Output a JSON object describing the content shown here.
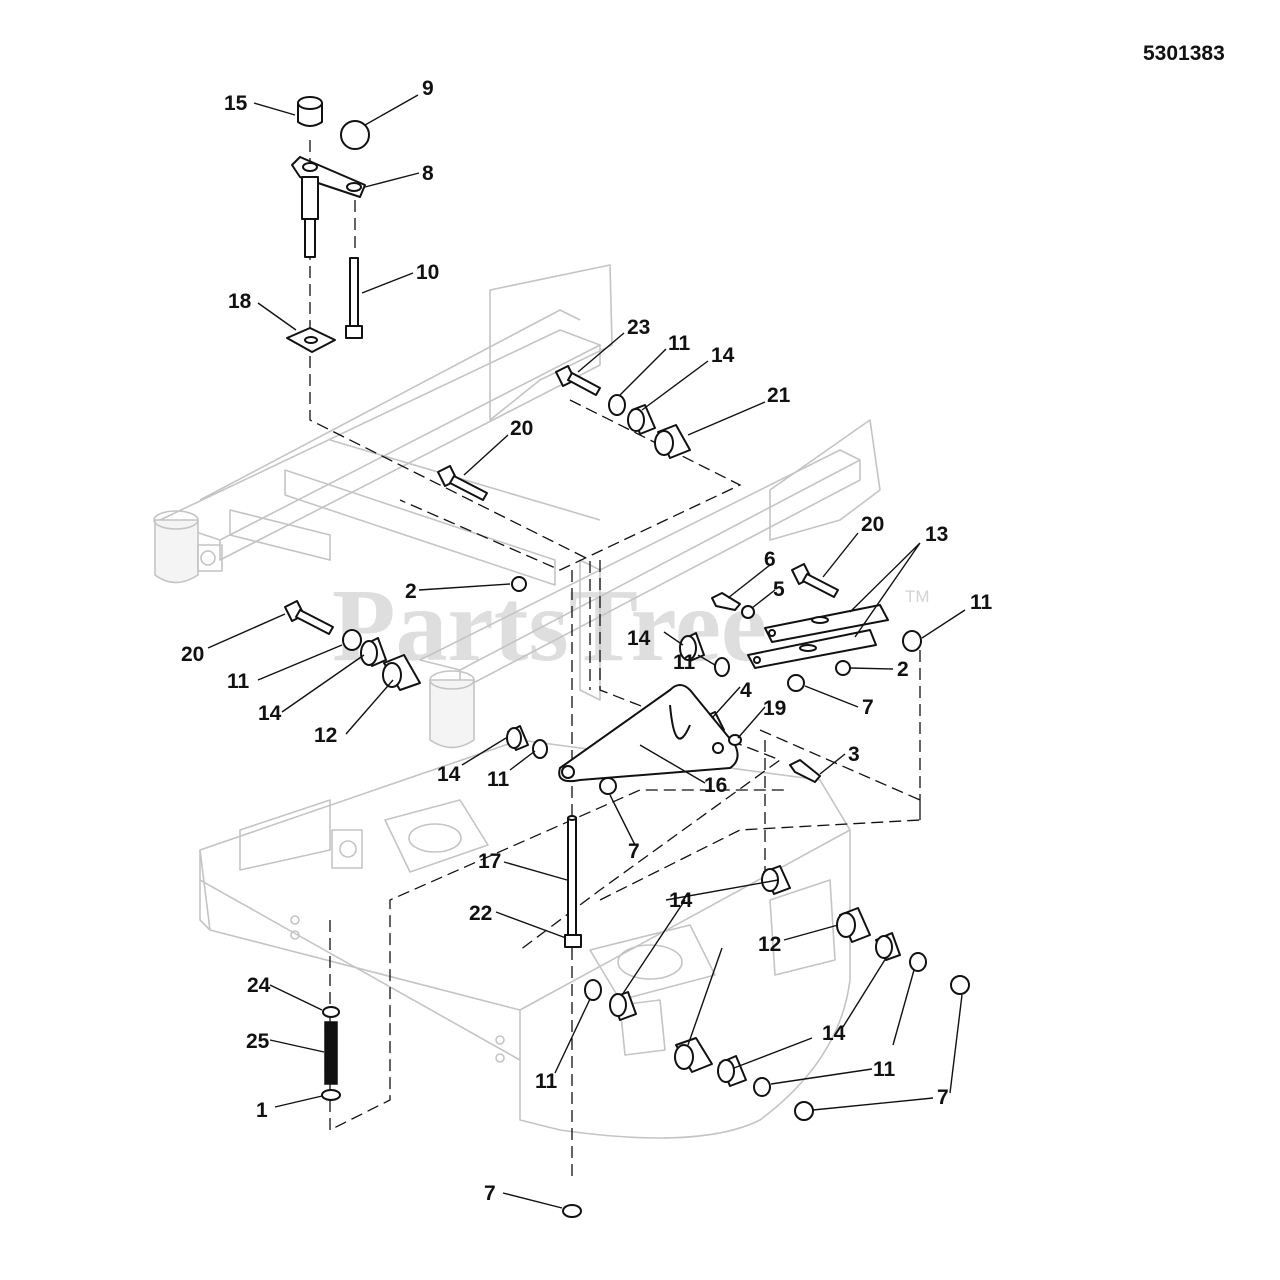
{
  "document_number": "5301383",
  "watermark": {
    "text": "PartsTree",
    "trademark": "TM"
  },
  "callouts": [
    {
      "id": "c15a",
      "label": "15"
    },
    {
      "id": "c9",
      "label": "9"
    },
    {
      "id": "c8",
      "label": "8"
    },
    {
      "id": "c10",
      "label": "10"
    },
    {
      "id": "c18",
      "label": "18"
    },
    {
      "id": "c23",
      "label": "23"
    },
    {
      "id": "c11a",
      "label": "11"
    },
    {
      "id": "c14a",
      "label": "14"
    },
    {
      "id": "c21",
      "label": "21"
    },
    {
      "id": "c20a",
      "label": "20"
    },
    {
      "id": "c20b",
      "label": "20"
    },
    {
      "id": "c13",
      "label": "13"
    },
    {
      "id": "c6",
      "label": "6"
    },
    {
      "id": "c5",
      "label": "5"
    },
    {
      "id": "c11b",
      "label": "11"
    },
    {
      "id": "c2a",
      "label": "2"
    },
    {
      "id": "c20c",
      "label": "20"
    },
    {
      "id": "c14b",
      "label": "14"
    },
    {
      "id": "c11c",
      "label": "11"
    },
    {
      "id": "c2b",
      "label": "2"
    },
    {
      "id": "c11d",
      "label": "11"
    },
    {
      "id": "c4",
      "label": "4"
    },
    {
      "id": "c7a",
      "label": "7"
    },
    {
      "id": "c19",
      "label": "19"
    },
    {
      "id": "c14c",
      "label": "14"
    },
    {
      "id": "c12a",
      "label": "12"
    },
    {
      "id": "c3",
      "label": "3"
    },
    {
      "id": "c14d",
      "label": "14"
    },
    {
      "id": "c11e",
      "label": "11"
    },
    {
      "id": "c16",
      "label": "16"
    },
    {
      "id": "c7b",
      "label": "7"
    },
    {
      "id": "c17",
      "label": "17"
    },
    {
      "id": "c14e",
      "label": "14"
    },
    {
      "id": "c22",
      "label": "22"
    },
    {
      "id": "c12b",
      "label": "12"
    },
    {
      "id": "c24",
      "label": "24"
    },
    {
      "id": "c25",
      "label": "25"
    },
    {
      "id": "c14f",
      "label": "14"
    },
    {
      "id": "c11f",
      "label": "11"
    },
    {
      "id": "c11g",
      "label": "11"
    },
    {
      "id": "c1",
      "label": "1"
    },
    {
      "id": "c7c",
      "label": "7"
    },
    {
      "id": "c7d",
      "label": "7"
    }
  ]
}
